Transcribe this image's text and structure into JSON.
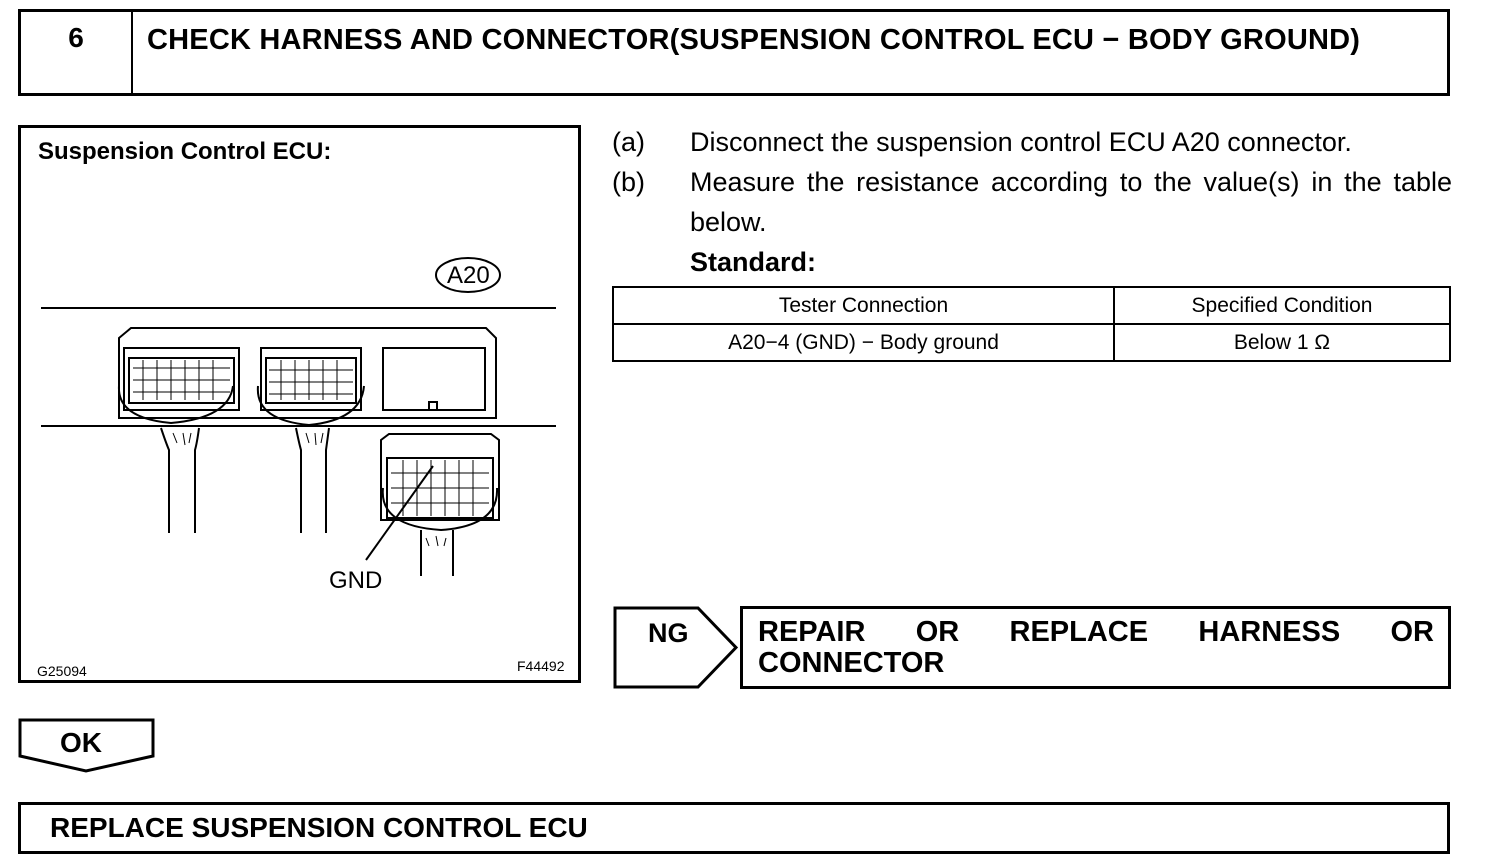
{
  "header": {
    "step_number": "6",
    "title": "CHECK HARNESS AND CONNECTOR(SUSPENSION CONTROL ECU − BODY GROUND)"
  },
  "figure": {
    "title": "Suspension Control ECU:",
    "connector_tag": "A20",
    "pin_label": "GND",
    "code_left": "G25094",
    "code_right": "F44492"
  },
  "steps": [
    {
      "letter": "(a)",
      "text": "Disconnect the suspension control ECU A20 connector."
    },
    {
      "letter": "(b)",
      "text": "Measure the resistance according to the value(s) in the table below."
    }
  ],
  "standard_label": "Standard:",
  "spec_table": {
    "headers": [
      "Tester Connection",
      "Specified Condition"
    ],
    "rows": [
      [
        "A20−4 (GND) − Body ground",
        "Below 1 Ω"
      ]
    ]
  },
  "ng": {
    "label": "NG",
    "result_words": [
      "REPAIR",
      "OR",
      "REPLACE",
      "HARNESS",
      "OR"
    ],
    "result_line2": "CONNECTOR"
  },
  "ok": {
    "label": "OK"
  },
  "final_action": "REPLACE SUSPENSION CONTROL ECU"
}
